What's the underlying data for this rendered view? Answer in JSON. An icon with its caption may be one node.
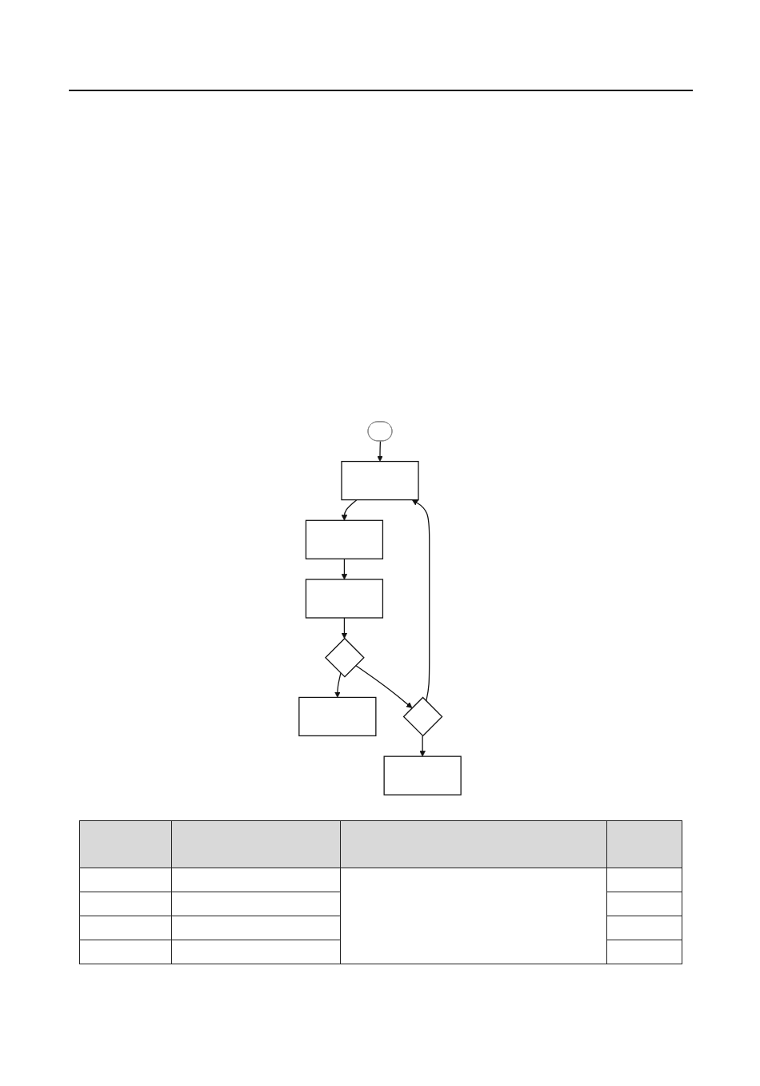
{
  "diagram": {
    "nodes": [
      {
        "text": [],
        "shape": "stadium"
      },
      {
        "text": [],
        "shape": "box"
      },
      {
        "text": [],
        "shape": "box"
      },
      {
        "text": [],
        "shape": "box"
      },
      {
        "text": [],
        "shape": "diamond"
      },
      {
        "text": [],
        "shape": "box"
      },
      {
        "text": [],
        "shape": "diamond"
      },
      {
        "text": [],
        "shape": "box"
      }
    ],
    "edges": [
      {
        "from": 0,
        "to": 1,
        "arrow": "to"
      },
      {
        "from": 1,
        "to": 2,
        "arrow": "to"
      },
      {
        "from": 2,
        "to": 3,
        "arrow": "to"
      },
      {
        "from": 3,
        "to": 4,
        "arrow": "to"
      },
      {
        "from": 4,
        "to": 5,
        "arrow": "to"
      },
      {
        "from": 4,
        "to": 6,
        "arrow": "to"
      },
      {
        "from": 6,
        "to": 1,
        "arrow": "to"
      },
      {
        "from": 6,
        "to": 7,
        "arrow": "to"
      }
    ]
  }
}
